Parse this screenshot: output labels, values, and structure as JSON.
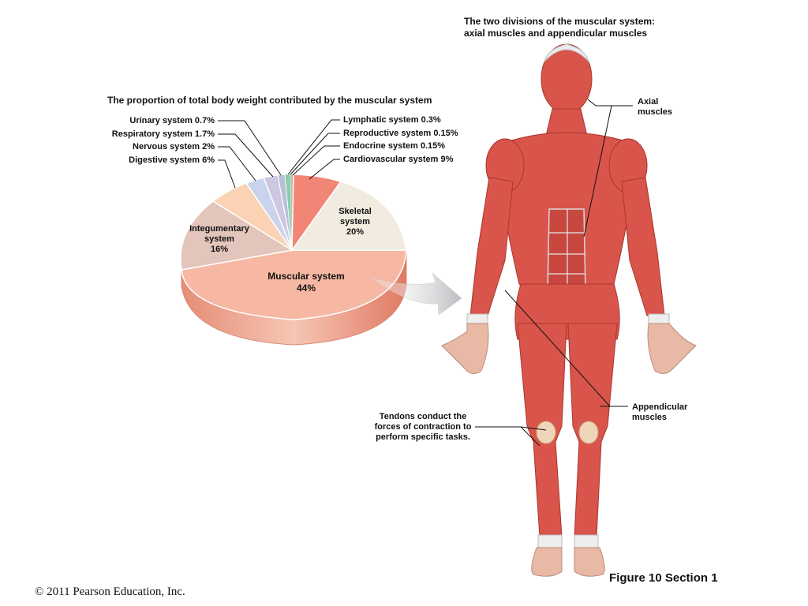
{
  "pie": {
    "title": "The proportion of total body weight contributed by the muscular system",
    "left_labels": [
      "Urinary system 0.7%",
      "Respiratory system 1.7%",
      "Nervous system 2%",
      "Digestive system 6%"
    ],
    "right_labels": [
      "Lymphatic system 0.3%",
      "Reproductive system 0.15%",
      "Endocrine system 0.15%",
      "Cardiovascular system 9%"
    ],
    "inside": {
      "skeletal": [
        "Skeletal",
        "system",
        "20%"
      ],
      "integumentary": [
        "Integumentary",
        "system",
        "16%"
      ],
      "muscular": [
        "Muscular system",
        "44%"
      ]
    },
    "slices": [
      {
        "name": "Muscular system",
        "percent": 44,
        "color": "#f6b8a3"
      },
      {
        "name": "Integumentary system",
        "percent": 16,
        "color": "#e2c5bb"
      },
      {
        "name": "Digestive system",
        "percent": 6,
        "color": "#fbd3b4"
      },
      {
        "name": "Nervous system",
        "percent": 2,
        "color": "#c9d3ee"
      },
      {
        "name": "Respiratory system",
        "percent": 1.7,
        "color": "#cdc7e2"
      },
      {
        "name": "Urinary system",
        "percent": 0.7,
        "color": "#b8c0d8"
      },
      {
        "name": "Lymphatic system",
        "percent": 0.3,
        "color": "#8fcaa8"
      },
      {
        "name": "Reproductive system",
        "percent": 0.15,
        "color": "#9ad0c0"
      },
      {
        "name": "Endocrine system",
        "percent": 0.15,
        "color": "#f2a08a"
      },
      {
        "name": "Cardiovascular system",
        "percent": 9,
        "color": "#f28676"
      },
      {
        "name": "Skeletal system",
        "percent": 20,
        "color": "#f1ebe0"
      }
    ]
  },
  "body": {
    "title_line1": "The two divisions of the muscular system:",
    "title_line2": "axial muscles and appendicular muscles",
    "axial_label": [
      "Axial",
      "muscles"
    ],
    "appendicular_label": [
      "Appendicular",
      "muscles"
    ],
    "tendons_label": [
      "Tendons conduct the",
      "forces of contraction to",
      "perform specific tasks."
    ]
  },
  "figure_label": "Figure 10 Section 1",
  "copyright": "© 2011 Pearson Education, Inc."
}
